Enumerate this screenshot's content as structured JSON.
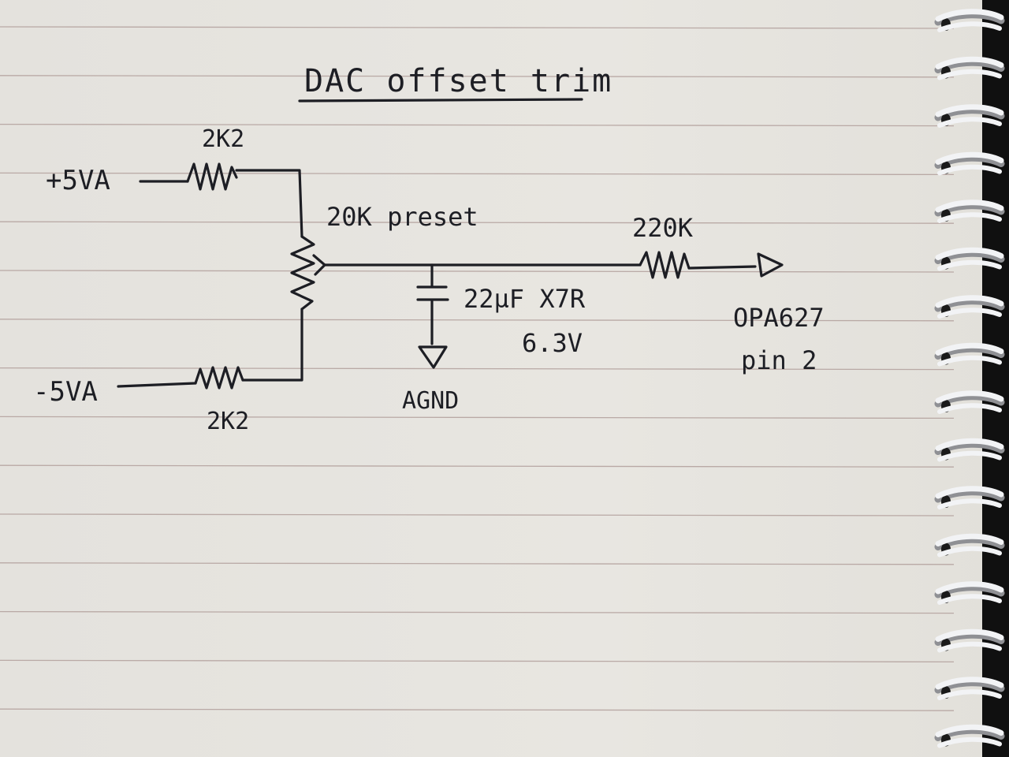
{
  "diagram": {
    "title": "DAC offset trim",
    "inputs": {
      "positive_supply": "+5VA",
      "negative_supply": "-5VA"
    },
    "components": {
      "r_top": "2K2",
      "r_bottom": "2K2",
      "preset": "20K preset",
      "r_output": "220K",
      "capacitor_value": "22µF X7R",
      "capacitor_voltage": "6.3V",
      "ground": "AGND"
    },
    "output": {
      "line1": "OPA627",
      "line2": "pin 2"
    }
  },
  "colors": {
    "ink": "#1d1e24",
    "paper": "#e6e4df",
    "rule_line": "#b9a9a5",
    "spiral_wire": "#f2f3f5",
    "binding_strip": "#101010"
  }
}
